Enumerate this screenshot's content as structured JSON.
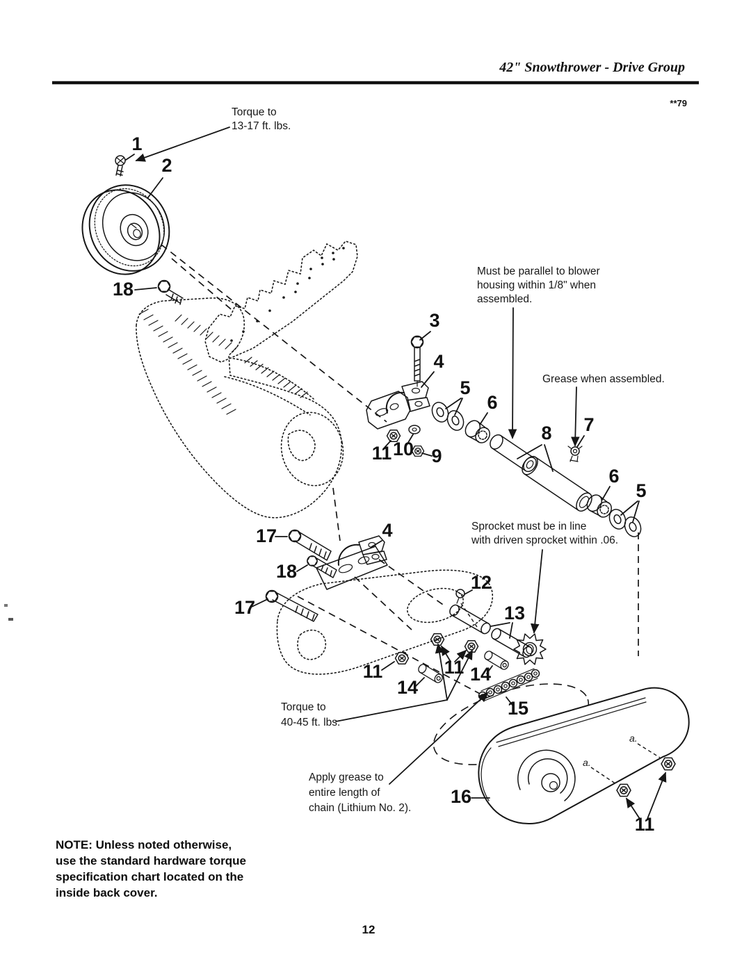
{
  "header": {
    "title": "42\" Snowthrower - Drive Group",
    "code": "**79"
  },
  "annotations": {
    "torque_top": [
      "Torque to",
      "13-17 ft. lbs."
    ],
    "parallel": [
      "Must be parallel to blower",
      "housing within 1/8\" when",
      "assembled."
    ],
    "grease": "Grease when assembled.",
    "sprocket_note": [
      "Sprocket must be in line",
      "with driven sprocket within .06."
    ],
    "torque_bottom": [
      "Torque to",
      "40-45 ft. lbs."
    ],
    "chain_grease": [
      "Apply grease to",
      "entire length of",
      "chain (Lithium No. 2)."
    ],
    "ref_a": "a."
  },
  "note": {
    "lines": [
      "NOTE: Unless noted otherwise,",
      "use the standard hardware torque",
      "specification chart located on the",
      "inside back cover."
    ]
  },
  "page_number": "12",
  "callouts": {
    "n1": "1",
    "n2": "2",
    "n3": "3",
    "n4": "4",
    "n5": "5",
    "n6": "6",
    "n7": "7",
    "n8": "8",
    "n9": "9",
    "n10": "10",
    "n11": "11",
    "n12": "12",
    "n13": "13",
    "n14": "14",
    "n15": "15",
    "n16": "16",
    "n17": "17",
    "n18": "18"
  }
}
